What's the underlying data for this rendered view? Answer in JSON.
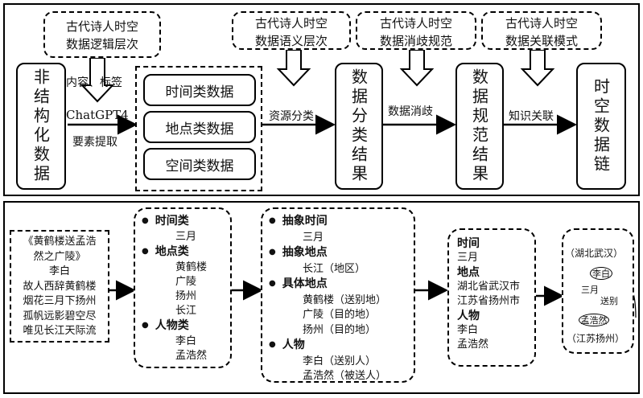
{
  "top": {
    "notes": [
      "古代诗人时空\n数据逻辑层次",
      "古代诗人时空\n数据语义层次",
      "古代诗人时空\n数据消歧规范",
      "古代诗人时空\n数据关联模式"
    ],
    "source": "非结构化数据",
    "step1_top": "内容、标签",
    "step1_mid": "ChatGPT4",
    "step1_bot": "要素提取",
    "types": [
      "时间类数据",
      "地点类数据",
      "空间类数据"
    ],
    "step2": "资源分类",
    "result1": "数据分类结果",
    "step3": "数据消歧",
    "result2": "数据规范结果",
    "step4": "知识关联",
    "result3": "时空数据链"
  },
  "bottom": {
    "poem": [
      "《黄鹤楼送孟浩",
      "然之广陵》",
      "李白",
      "故人西辞黄鹤楼",
      "烟花三月下扬州",
      "孤帆远影碧空尽",
      "唯见长江天际流"
    ],
    "cat": {
      "time_h": "时间类",
      "time_v": "三月",
      "place_h": "地点类",
      "place_v": [
        "黄鹤楼",
        "广陵",
        "扬州",
        "长江"
      ],
      "person_h": "人物类",
      "person_v": [
        "李白",
        "孟浩然"
      ]
    },
    "dis": {
      "abs_time_h": "抽象时间",
      "abs_time_v": "三月",
      "abs_place_h": "抽象地点",
      "abs_place_v": "长江（地区）",
      "spec_place_h": "具体地点",
      "spec_place_v": [
        "黄鹤楼（送别地）",
        "广陵（目的地）",
        "扬州（目的地）"
      ],
      "person_h": "人物",
      "person_v": [
        "李白（送别人）",
        "孟浩然（被送人）"
      ]
    },
    "norm": {
      "time_h": "时间",
      "time_v": "三月",
      "place_h": "地点",
      "place_v": [
        "湖北省武汉市",
        "江苏省扬州市"
      ],
      "person_h": "人物",
      "person_v": [
        "李白",
        "孟浩然"
      ]
    },
    "chain": {
      "from_place": "（湖北武汉）",
      "from_person": "李白",
      "time": "三月",
      "action": "送别",
      "to_person": "孟浩然",
      "to_place": "（江苏扬州）"
    }
  }
}
